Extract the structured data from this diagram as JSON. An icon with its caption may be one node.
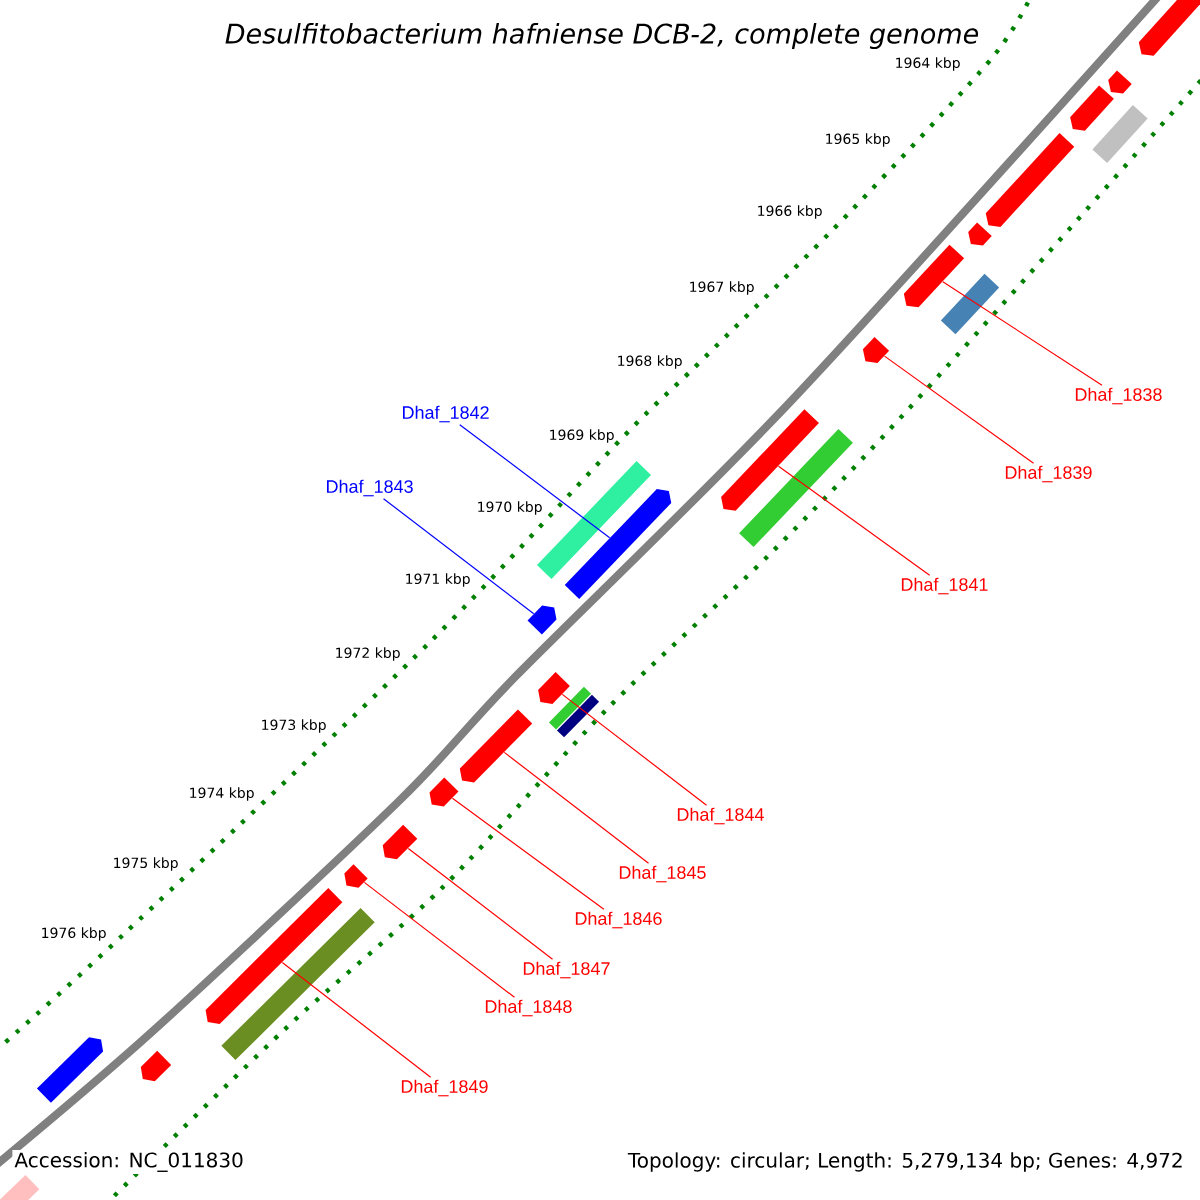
{
  "diagram": {
    "title": "Desulfitobacterium hafniense DCB-2, complete genome",
    "nodes": [
      {
        "text": [
          "Dhaf_1838"
        ]
      },
      {
        "text": [
          "Dhaf_1842"
        ]
      },
      {
        "text": [
          "Dhaf_1839"
        ]
      },
      {
        "text": [
          "Dhaf_1843"
        ]
      },
      {
        "text": [
          "Dhaf_1841"
        ]
      },
      {
        "text": [
          "Dhaf_1844"
        ]
      },
      {
        "text": [
          "Dhaf_1845"
        ]
      },
      {
        "text": [
          "Dhaf_1846"
        ]
      },
      {
        "text": [
          "Dhaf_1847"
        ]
      },
      {
        "text": [
          "Dhaf_1848"
        ]
      },
      {
        "text": [
          "Dhaf_1849"
        ]
      },
      {
        "text": [],
        "shape": "arrow"
      },
      {
        "text": [],
        "shape": "arrow"
      },
      {
        "text": [],
        "shape": "arrow"
      },
      {
        "text": [],
        "shape": "arrow"
      },
      {
        "text": [],
        "shape": "arrow"
      },
      {
        "text": [],
        "shape": "arrow"
      },
      {
        "text": [],
        "shape": "arrow"
      },
      {
        "text": [],
        "shape": "arrow"
      },
      {
        "text": [],
        "shape": "arrow"
      },
      {
        "text": [],
        "shape": "arrow"
      },
      {
        "text": [],
        "shape": "arrow"
      },
      {
        "text": [],
        "shape": "arrow"
      },
      {
        "text": [],
        "shape": "arrow"
      },
      {
        "text": [],
        "shape": "arrow"
      },
      {
        "text": [],
        "shape": "arrow"
      },
      {
        "text": [],
        "shape": "arrow"
      },
      {
        "text": [],
        "shape": "arrow"
      },
      {
        "text": [],
        "shape": "arrow"
      },
      {
        "text": [],
        "shape": "bar"
      },
      {
        "text": [],
        "shape": "bar"
      },
      {
        "text": [],
        "shape": "bar"
      },
      {
        "text": [],
        "shape": "bar"
      },
      {
        "text": [],
        "shape": "bar"
      },
      {
        "text": [],
        "shape": "bar"
      },
      {
        "text": [],
        "shape": "bar"
      },
      {
        "text": [],
        "shape": "bar"
      }
    ],
    "edges": [
      {
        "from": 0,
        "to": 11,
        "arrow": "none"
      },
      {
        "from": 1,
        "to": 12,
        "arrow": "none",
        "color": "#0000ff"
      },
      {
        "from": 2,
        "to": 13,
        "arrow": "none"
      },
      {
        "from": 3,
        "to": 14,
        "arrow": "none",
        "color": "#0000ff"
      },
      {
        "from": 4,
        "to": 15,
        "arrow": "none"
      },
      {
        "from": 5,
        "to": 16,
        "arrow": "none"
      },
      {
        "from": 6,
        "to": 17,
        "arrow": "none"
      },
      {
        "from": 7,
        "to": 18,
        "arrow": "none"
      },
      {
        "from": 8,
        "to": 19,
        "arrow": "none"
      },
      {
        "from": 9,
        "to": 20,
        "arrow": "none"
      },
      {
        "from": 10,
        "to": 21,
        "arrow": "none"
      }
    ],
    "labels": [
      "1964 kbp",
      "1965 kbp",
      "1966 kbp",
      "1967 kbp",
      "1968 kbp",
      "1969 kbp",
      "1970 kbp",
      "1971 kbp",
      "1972 kbp",
      "1973 kbp",
      "1974 kbp",
      "1975 kbp",
      "1976 kbp",
      "Accession: NC_011830",
      "Topology: circular; Length: 5,279,134 bp; Genes: 4,972"
    ]
  }
}
